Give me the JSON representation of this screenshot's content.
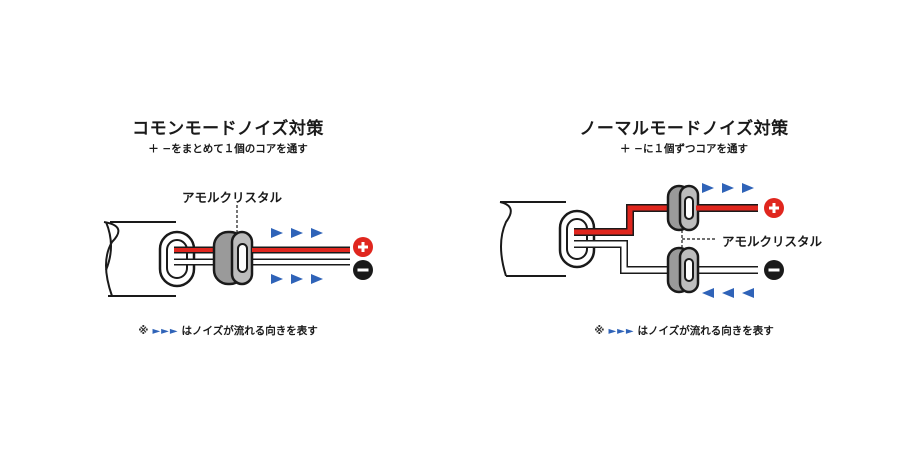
{
  "left": {
    "title": "コモンモードノイズ対策",
    "subtitle": "＋ −をまとめて１個のコアを通す",
    "callout": "アモルクリスタル",
    "note_mark": "※",
    "note_arrows": "►►►",
    "note_text": "はノイズが流れる向きを表す",
    "plus_symbol": "+",
    "minus_symbol": "−"
  },
  "right": {
    "title": "ノーマルモードノイズ対策",
    "subtitle": "＋ −に１個ずつコアを通す",
    "callout": "アモルクリスタル",
    "note_mark": "※",
    "note_arrows": "►►►",
    "note_text": "はノイズが流れる向きを表す",
    "plus_symbol": "+",
    "minus_symbol": "−"
  },
  "colors": {
    "red_wire": "#e0261e",
    "arrow_blue": "#2f63b8",
    "outline": "#1a1a1a",
    "core_gray": "#9a9a9a"
  }
}
